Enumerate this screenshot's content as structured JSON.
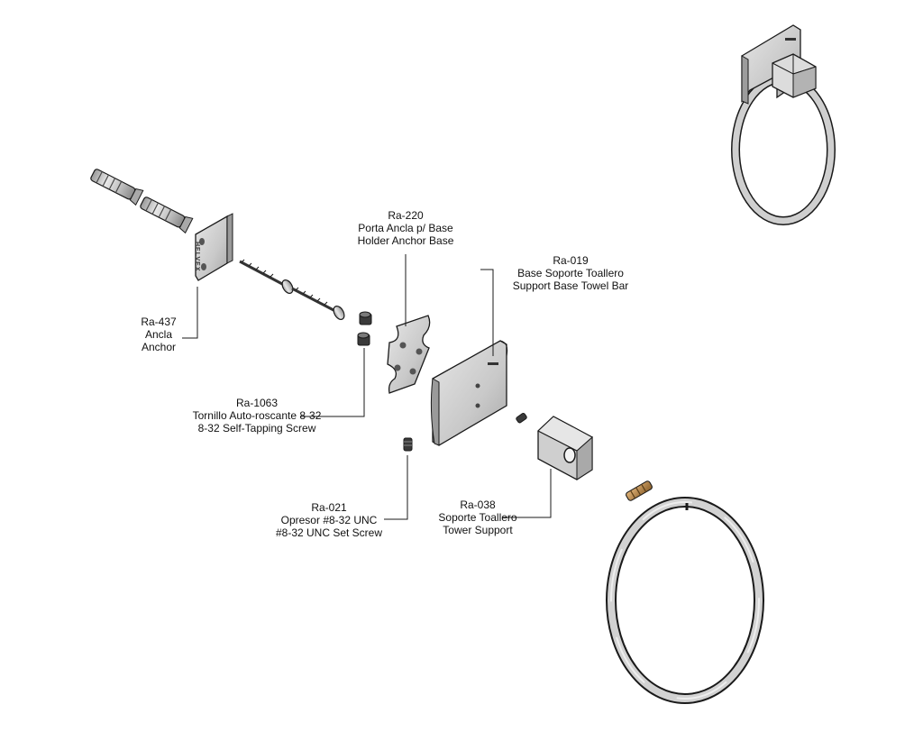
{
  "brand_mark": "HELVEX",
  "colors": {
    "line": "#1a1a1a",
    "metal_light": "#e4e4e4",
    "metal_mid": "#c2c2c2",
    "metal_dark": "#8e8e8e",
    "brass": "#b9884a"
  },
  "parts": [
    {
      "code": "Ra-437",
      "es": "Ancla",
      "en": "Anchor"
    },
    {
      "code": "Ra-220",
      "es": "Porta Ancla p/ Base",
      "en": "Holder Anchor Base"
    },
    {
      "code": "Ra-019",
      "es": "Base Soporte Toallero",
      "en": "Support Base Towel Bar"
    },
    {
      "code": "Ra-1063",
      "es": "Tornillo Auto-roscante 8-32",
      "en": "8-32 Self-Tapping Screw"
    },
    {
      "code": "Ra-021",
      "es": "Opresor #8-32 UNC",
      "en": "#8-32 UNC Set Screw"
    },
    {
      "code": "Ra-038",
      "es": "Soporte Toallero",
      "en": "Tower Support"
    }
  ]
}
